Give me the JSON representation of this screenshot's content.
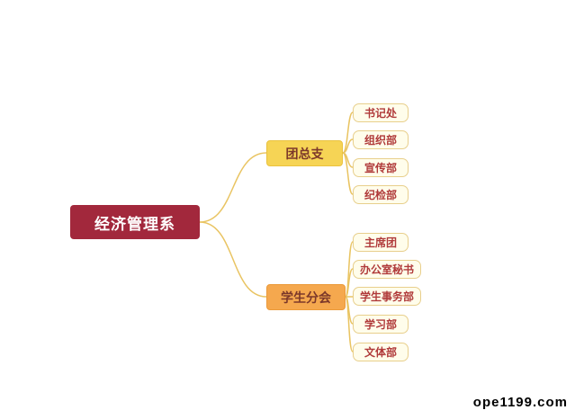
{
  "root": {
    "label": "经济管理系"
  },
  "branches": [
    {
      "label": "团总支",
      "children": [
        {
          "label": "书记处"
        },
        {
          "label": "组织部"
        },
        {
          "label": "宣传部"
        },
        {
          "label": "纪检部"
        }
      ]
    },
    {
      "label": "学生分会",
      "children": [
        {
          "label": "主席团"
        },
        {
          "label": "办公室秘书"
        },
        {
          "label": "学生事务部"
        },
        {
          "label": "学习部"
        },
        {
          "label": "文体部"
        }
      ]
    }
  ],
  "watermark": "ope1199.com",
  "colors": {
    "root_bg": "#a2283c",
    "root_text": "#ffffff",
    "branch1_bg": "#f6d455",
    "branch2_bg": "#f5a84e",
    "branch_text": "#7c382a",
    "leaf_bg": "#fffdeb",
    "leaf_border": "#e8cf8c",
    "leaf_text": "#b03a3a",
    "connector": "#e9c462"
  }
}
